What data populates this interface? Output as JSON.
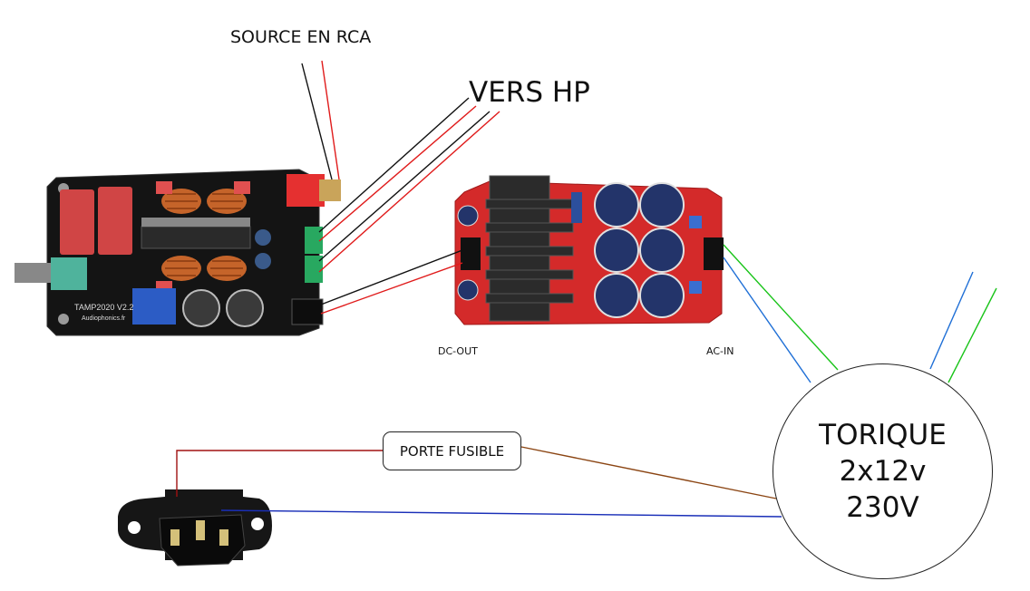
{
  "labels": {
    "source": "SOURCE EN RCA",
    "speakers": "VERS HP",
    "dc_out": "DC-OUT",
    "ac_in": "AC-IN",
    "fuse_holder": "PORTE FUSIBLE"
  },
  "transformer": {
    "line1": "TORIQUE",
    "line2": "2x12v",
    "line3": "230V"
  },
  "amp_board": {
    "model": "TAMP2020  V2.2",
    "brand": "Audiophonics.fr"
  },
  "wire_colors": {
    "black": "#111111",
    "red": "#e01b1b",
    "green": "#19c419",
    "blue": "#1f6fd6",
    "brown": "#8b4513",
    "dark_red": "#a01010",
    "dark_blue": "#1a2fb8"
  }
}
